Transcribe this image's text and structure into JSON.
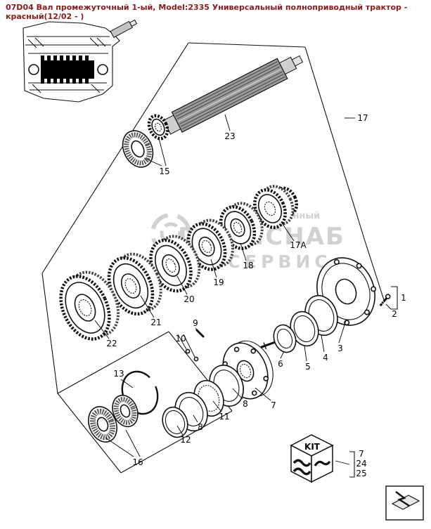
{
  "header": {
    "title": "07D04 Вал промежуточный 1-ый, Model:2335 Универсальный полноприводный трактор - красный(12/02 - )"
  },
  "watermark": {
    "small": "промышленный",
    "line1": "ПРОМСНАБ",
    "line2": "ТЕХСЕРВИС"
  },
  "kit": {
    "label": "KIT"
  },
  "part_labels": {
    "p1": "1",
    "p2": "2",
    "p3": "3",
    "p4": "4",
    "p5": "5",
    "p6": "6",
    "p7": "7",
    "p8a": "8",
    "p8b": "8",
    "p9": "9",
    "p10": "10",
    "p11": "11",
    "p12": "12",
    "p13": "13",
    "p15": "15",
    "p16": "16",
    "p17": "17",
    "p17a": "17A",
    "p18": "18",
    "p19": "19",
    "p20": "20",
    "p21": "21",
    "p22": "22",
    "p23": "23",
    "p24": "24",
    "p25": "25",
    "p7kit": "7"
  },
  "colors": {
    "title": "#8B1A1A",
    "line": "#111111",
    "watermark": "#a4a4a4"
  }
}
